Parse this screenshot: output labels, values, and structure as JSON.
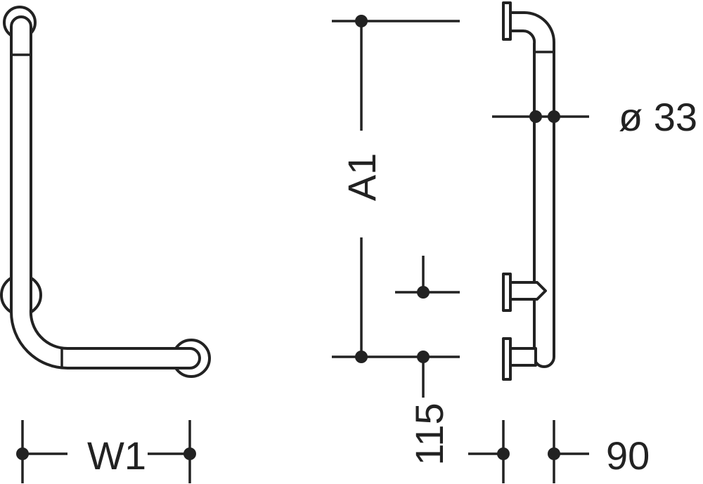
{
  "labels": {
    "width": "W1",
    "height": "A1",
    "diameter": "ø 33",
    "bottom_offset": "115",
    "projection": "90"
  },
  "colors": {
    "line": "#222222",
    "background": "#ffffff"
  }
}
